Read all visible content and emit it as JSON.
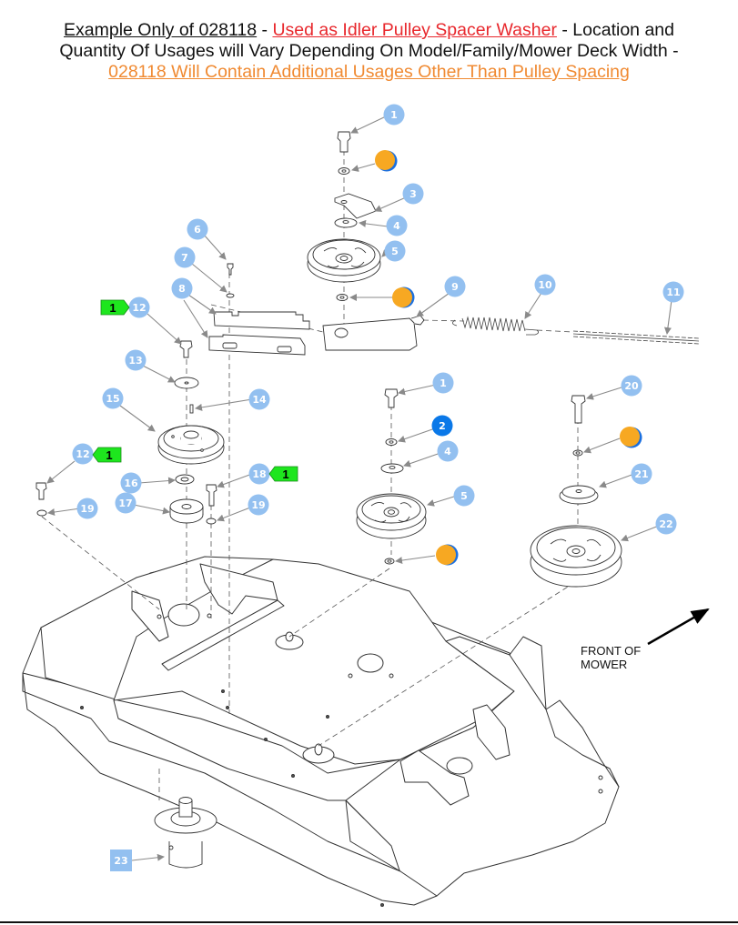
{
  "header": {
    "segment_1": "Example Only of 028118",
    "separator_1": " - ",
    "segment_2": "Used as Idler Pulley Spacer Washer",
    "segment_3": " - Location and",
    "line_2": "Quantity Of Usages will Vary Depending On Model/Family/Mower Deck Width -",
    "line_3": "028118 Will Contain Additional Usages Other Than Pulley Spacing"
  },
  "colors": {
    "callout_light": "#93c0f0",
    "callout_highlight": "#0a78e8",
    "marker_orange": "#f7a822",
    "marker_edge": "#1a6fe0",
    "tag_green": "#1ee61e",
    "header_red": "#e8282d",
    "header_orange": "#f08a32"
  },
  "callouts": [
    {
      "id": "c1a",
      "label": "1"
    },
    {
      "id": "c3",
      "label": "3"
    },
    {
      "id": "c4a",
      "label": "4"
    },
    {
      "id": "c5a",
      "label": "5"
    },
    {
      "id": "c6",
      "label": "6"
    },
    {
      "id": "c7",
      "label": "7"
    },
    {
      "id": "c8",
      "label": "8"
    },
    {
      "id": "c9",
      "label": "9"
    },
    {
      "id": "c10",
      "label": "10"
    },
    {
      "id": "c11",
      "label": "11"
    },
    {
      "id": "c12a",
      "label": "12"
    },
    {
      "id": "c13",
      "label": "13"
    },
    {
      "id": "c14",
      "label": "14"
    },
    {
      "id": "c15",
      "label": "15"
    },
    {
      "id": "c12b",
      "label": "12"
    },
    {
      "id": "c16",
      "label": "16"
    },
    {
      "id": "c17",
      "label": "17"
    },
    {
      "id": "c18",
      "label": "18"
    },
    {
      "id": "c19a",
      "label": "19"
    },
    {
      "id": "c19b",
      "label": "19"
    },
    {
      "id": "c1b",
      "label": "1"
    },
    {
      "id": "c2",
      "label": "2",
      "highlight": true
    },
    {
      "id": "c4b",
      "label": "4"
    },
    {
      "id": "c5b",
      "label": "5"
    },
    {
      "id": "c20",
      "label": "20"
    },
    {
      "id": "c21",
      "label": "21"
    },
    {
      "id": "c22",
      "label": "22"
    },
    {
      "id": "c23",
      "label": "23",
      "shape": "square"
    }
  ],
  "quantity_tags": [
    {
      "id": "t12a",
      "label": "1",
      "for": "12"
    },
    {
      "id": "t12b",
      "label": "1",
      "for": "12"
    },
    {
      "id": "t18",
      "label": "1",
      "for": "18"
    }
  ],
  "usage_markers_count": 4,
  "orientation": {
    "line_1": "FRONT OF",
    "line_2": "MOWER"
  }
}
